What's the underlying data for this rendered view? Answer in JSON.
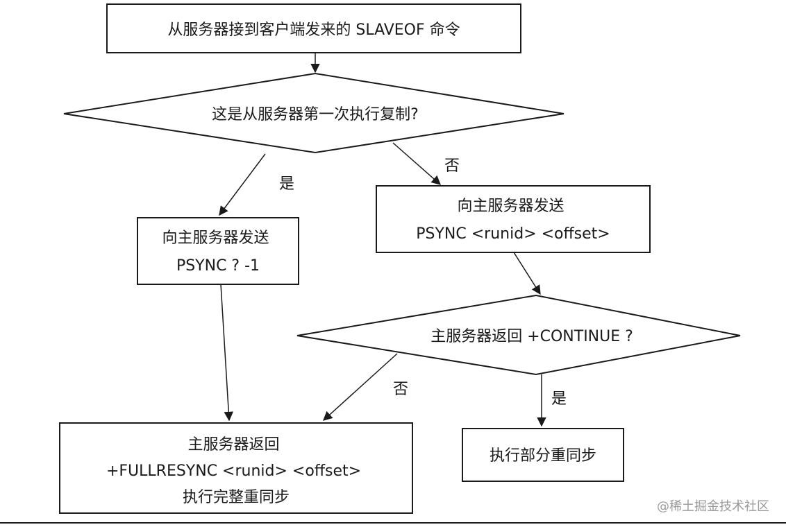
{
  "nodes": {
    "start": {
      "lines": [
        "从服务器接到客户端发来的 SLAVEOF 命令"
      ]
    },
    "first_check": {
      "lines": [
        "这是从服务器第一次执行复制?"
      ]
    },
    "send_full": {
      "lines": [
        "向主服务器发送",
        "PSYNC ? -1"
      ]
    },
    "send_partial": {
      "lines": [
        "向主服务器发送",
        "PSYNC <runid> <offset>"
      ]
    },
    "continue_check": {
      "lines": [
        "主服务器返回 +CONTINUE ?"
      ]
    },
    "full_resync": {
      "lines": [
        "主服务器返回",
        "+FULLRESYNC <runid> <offset>",
        "执行完整重同步"
      ]
    },
    "partial_resync": {
      "lines": [
        "执行部分重同步"
      ]
    }
  },
  "edge_labels": {
    "first_yes": "是",
    "first_no": "否",
    "continue_no": "否",
    "continue_yes": "是"
  },
  "watermark": "@稀土掘金技术社区"
}
